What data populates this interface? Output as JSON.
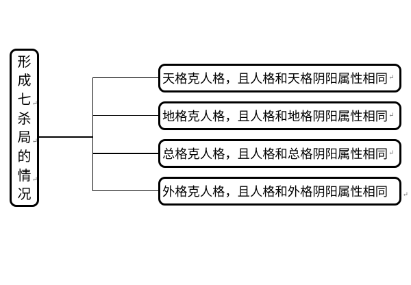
{
  "diagram": {
    "colors": {
      "background": "#ffffff",
      "line": "#000000",
      "box_border": "#000000",
      "text": "#000000",
      "break_mark": "#777777"
    },
    "root": {
      "text": "形成七杀局的情况",
      "chars": [
        "形",
        "成",
        "七",
        "杀",
        "局",
        "的",
        "情",
        "况"
      ]
    },
    "branches": [
      {
        "label": "天格克人格，且人格和天格阴阳属性相同"
      },
      {
        "label": "地格克人格，且人格和地格阴阳属性相同"
      },
      {
        "label": "总格克人格，且人格和总格阴阳属性相同"
      },
      {
        "label": "外格克人格，且人格和外格阴阳属性相同"
      }
    ],
    "marks": {
      "line_break": "↵"
    }
  }
}
